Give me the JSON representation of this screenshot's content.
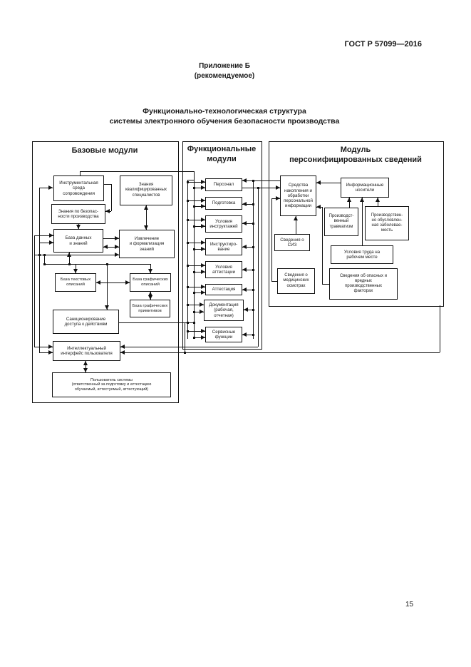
{
  "page": {
    "standard_ref": "ГОСТ Р 57099—2016",
    "annex_label": "Приложение Б",
    "annex_type": "(рекомендуемое)",
    "figure_title": "Функционально-технологическая структура\nсистемы электронного обучения безопасности производства",
    "page_number": "15"
  },
  "diagram": {
    "panels": {
      "base": "Базовые модули",
      "functional": "Функциональные\nмодули",
      "personal": "Модуль\nперсонифицированных сведений"
    },
    "boxes": {
      "instr": "Инструментальная\nсреда\nсопровождения",
      "znb": "Знания по безопас-\nности производства",
      "bdz": "База данных\nи знаний",
      "zkv": "Знания\nквалифицированных\nспециалистов",
      "izv": "Извлечение\nи формализация\nзнаний",
      "btx": "База текстовых\nописаний",
      "bgo": "База графических\nописаний",
      "bgp": "База графических\nпримитивов",
      "snk": "Санкционирование\nдоступа к действиям",
      "int": "Интеллектуальный\nинтерфейс пользователя",
      "plz": "Пользователь системы\n(ответственный за подготовку и аттестацию\nобучаемый, аттестуемый, аттестующий)",
      "per": "Персонал",
      "pod": "Подготовка",
      "ui": "Условия\nинструктажей",
      "ins": "Инструктиро-\nвание",
      "ua": "Условия\nаттестации",
      "att": "Аттестация",
      "dok": "Документация\n(рабочая,\nотчетная)",
      "srv": "Сервисные\nфункции",
      "srd": "Средства\nнакопления и\nобработки\nперсональной\nинформации",
      "inf": "Информационные\nносители",
      "trv": "Производст-\nвенный\nтравматизм",
      "zab": "Производствен-\nно обусловлен-\nная заболевае-\nмость",
      "siz": "Сведения о\nСИЗ",
      "utr": "Условия труда на\nрабочем месте",
      "med": "Сведения о\nмедицинских\nосмотрах",
      "opa": "Сведения об опасных и\nвредных\nпроизводственных\nфакторах"
    }
  }
}
